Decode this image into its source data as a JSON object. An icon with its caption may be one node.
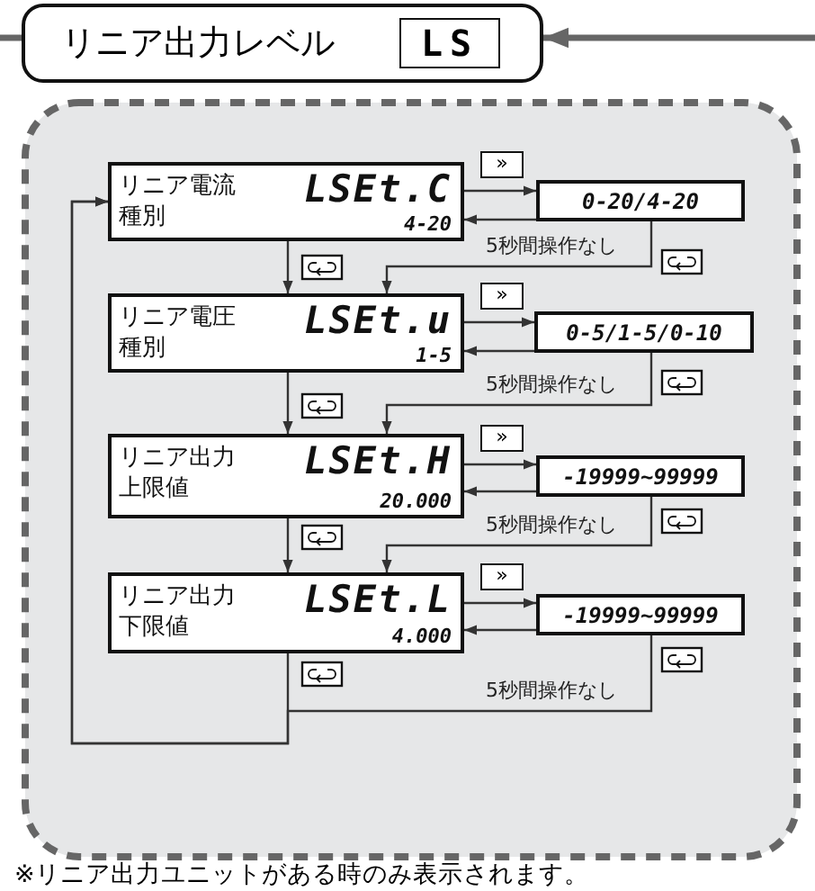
{
  "diagram": {
    "caption": "※リニア出力ユニットがある時のみ表示されます。",
    "nodes": [
      {
        "text": [
          "リニア出力レベル",
          "LS"
        ]
      },
      {
        "text": [
          "リニア電流種別",
          "LSEt.C",
          "4-20"
        ]
      },
      {
        "text": [
          "0-20/4-20"
        ]
      },
      {
        "text": [
          "リニア電圧種別",
          "LSEt.u",
          "1-5"
        ]
      },
      {
        "text": [
          "0-5/1-5/0-10"
        ]
      },
      {
        "text": [
          "リニア出力上限値",
          "LSEt.H",
          "20.000"
        ]
      },
      {
        "text": [
          "-19999~99999"
        ]
      },
      {
        "text": [
          "リニア出力下限値",
          "LSEt.L",
          "4.000"
        ]
      },
      {
        "text": [
          "-19999~99999"
        ]
      }
    ],
    "edges": [
      {
        "from": null,
        "to": 0,
        "arrow": "to",
        "style": "thick"
      },
      {
        "from": 0,
        "to": null,
        "arrow": "none",
        "style": "thick"
      },
      {
        "from": 1,
        "to": 2,
        "arrow": "to",
        "label": "»"
      },
      {
        "from": 2,
        "to": 1,
        "arrow": "to"
      },
      {
        "from": 1,
        "to": 3,
        "arrow": "to"
      },
      {
        "from": 2,
        "to": 3,
        "arrow": "to",
        "label": "5秒間操作なし"
      },
      {
        "from": 3,
        "to": 4,
        "arrow": "to",
        "label": "»"
      },
      {
        "from": 4,
        "to": 3,
        "arrow": "to"
      },
      {
        "from": 3,
        "to": 5,
        "arrow": "to"
      },
      {
        "from": 4,
        "to": 5,
        "arrow": "to",
        "label": "5秒間操作なし"
      },
      {
        "from": 5,
        "to": 6,
        "arrow": "to",
        "label": "»"
      },
      {
        "from": 6,
        "to": 5,
        "arrow": "to"
      },
      {
        "from": 5,
        "to": 7,
        "arrow": "to"
      },
      {
        "from": 6,
        "to": 7,
        "arrow": "to",
        "label": "5秒間操作なし"
      },
      {
        "from": 7,
        "to": 8,
        "arrow": "to",
        "label": "»"
      },
      {
        "from": 8,
        "to": 7,
        "arrow": "to"
      },
      {
        "from": 7,
        "to": 1,
        "arrow": "to"
      },
      {
        "from": 8,
        "to": 1,
        "arrow": "to",
        "label": "5秒間操作なし"
      }
    ]
  }
}
